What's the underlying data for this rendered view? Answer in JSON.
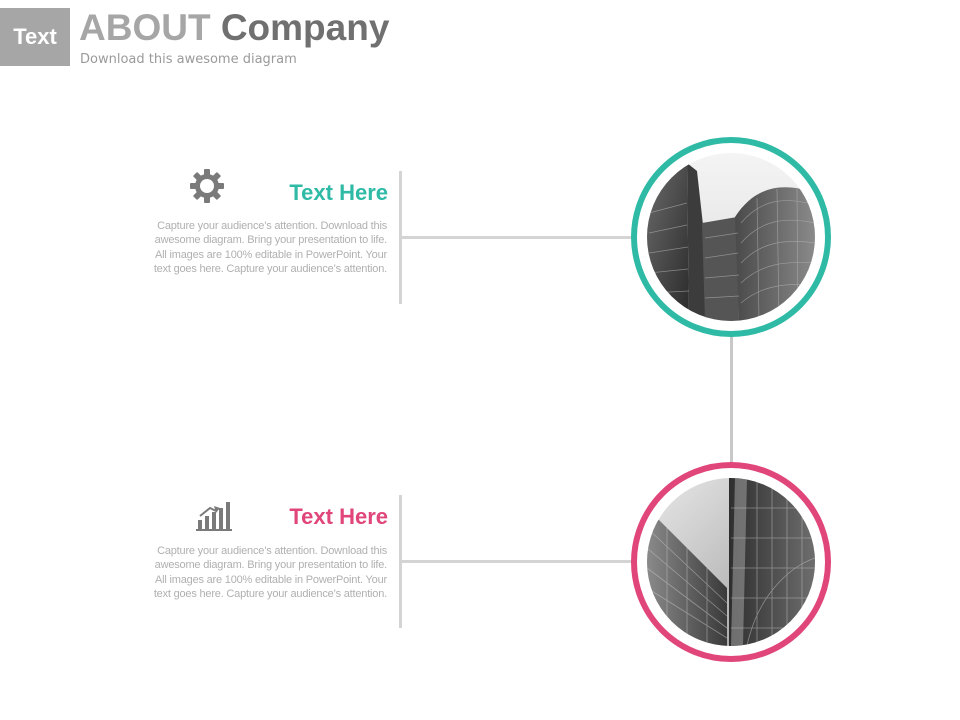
{
  "header": {
    "tag": "Text",
    "title_part1": "ABOUT",
    "title_part2": "Company",
    "subtitle": "Download this awesome diagram"
  },
  "colors": {
    "teal": "#2fbaa6",
    "pink": "#e0467a",
    "gray": "#a6a6a6"
  },
  "items": [
    {
      "heading": "Text Here",
      "icon": "gear-icon",
      "accent": "teal",
      "image": "building-photo-1",
      "body": "Capture your audience’s attention. Download this  awesome diagram. Bring your presentation to life. All images are 100% editable in PowerPoint. Your text goes here. Capture your audience’s attention."
    },
    {
      "heading": "Text Here",
      "icon": "growth-chart-icon",
      "accent": "pink",
      "image": "building-photo-2",
      "body": "Capture your audience’s attention. Download this  awesome diagram. Bring your presentation to life. All images are 100% editable in PowerPoint. Your text goes here. Capture your audience’s attention."
    }
  ]
}
